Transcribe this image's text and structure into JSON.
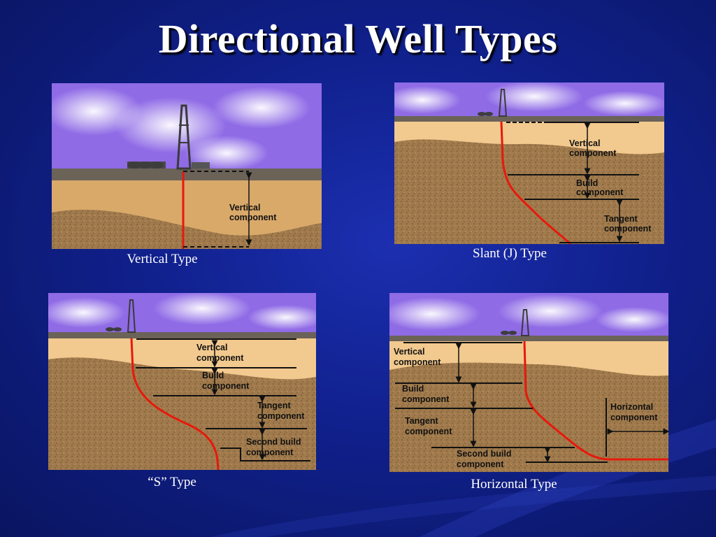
{
  "title": "Directional Well Types",
  "panels": {
    "vertical": {
      "caption": "Vertical Type",
      "labels": [
        "Vertical",
        "component"
      ]
    },
    "slant": {
      "caption": "Slant (J) Type",
      "labels": [
        [
          "Vertical",
          "component"
        ],
        [
          "Build",
          "component"
        ],
        [
          "Tangent",
          "component"
        ]
      ]
    },
    "s_type": {
      "caption": "“S” Type",
      "labels": [
        [
          "Vertical",
          "component"
        ],
        [
          "Build",
          "component"
        ],
        [
          "Tangent",
          "component"
        ],
        [
          "Second build",
          "component"
        ]
      ]
    },
    "horizontal": {
      "caption": "Horizontal Type",
      "labels": [
        [
          "Vertical",
          "component"
        ],
        [
          "Build",
          "component"
        ],
        [
          "Tangent",
          "component"
        ],
        [
          "Second build",
          "component"
        ],
        [
          "Horizontal",
          "component"
        ]
      ]
    }
  },
  "colors": {
    "background": "#10208c",
    "sky": "#8f6be6",
    "ground_light": "#f2c98e",
    "ground_dark": "#a07a4c",
    "well_path": "#e8180c",
    "title": "#ffffff"
  }
}
